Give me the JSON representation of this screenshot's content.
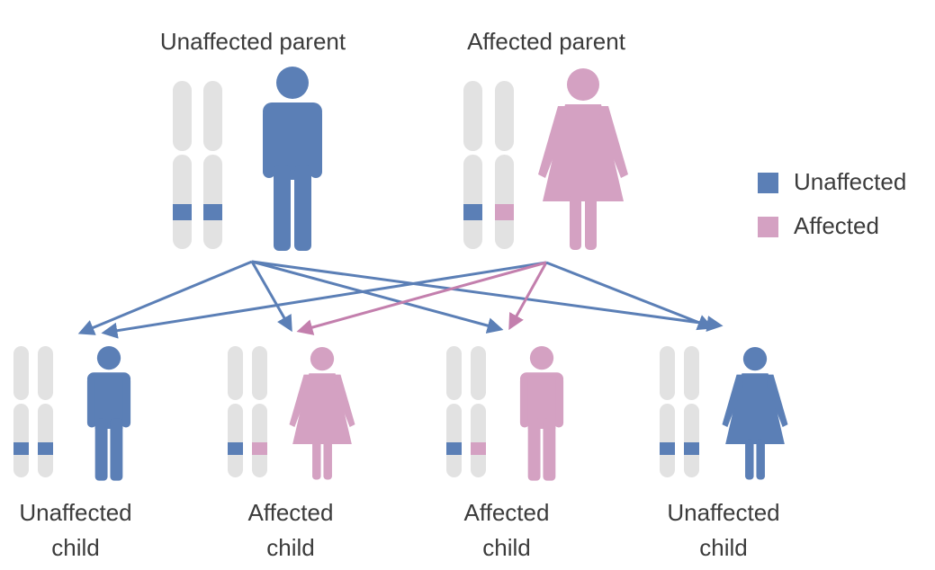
{
  "colors": {
    "unaffected": "#5b7fb6",
    "affected": "#d4a1c2",
    "affected_arrow": "#c37fad",
    "chromosome": "#e2e2e2"
  },
  "parents": [
    {
      "label": "Unaffected parent",
      "figure": "male",
      "color_key": "unaffected",
      "alleles": [
        "unaffected",
        "unaffected"
      ]
    },
    {
      "label": "Affected parent",
      "figure": "female",
      "color_key": "affected",
      "alleles": [
        "unaffected",
        "affected"
      ]
    }
  ],
  "children": [
    {
      "label_line1": "Unaffected",
      "label_line2": "child",
      "figure": "male",
      "color_key": "unaffected",
      "alleles": [
        "unaffected",
        "unaffected"
      ]
    },
    {
      "label_line1": "Affected",
      "label_line2": "child",
      "figure": "female",
      "color_key": "affected",
      "alleles": [
        "unaffected",
        "affected"
      ]
    },
    {
      "label_line1": "Affected",
      "label_line2": "child",
      "figure": "male",
      "color_key": "affected",
      "alleles": [
        "unaffected",
        "affected"
      ]
    },
    {
      "label_line1": "Unaffected",
      "label_line2": "child",
      "figure": "female",
      "color_key": "unaffected",
      "alleles": [
        "unaffected",
        "unaffected"
      ]
    }
  ],
  "legend": [
    {
      "label": "Unaffected",
      "color_key": "unaffected"
    },
    {
      "label": "Affected",
      "color_key": "affected"
    }
  ]
}
